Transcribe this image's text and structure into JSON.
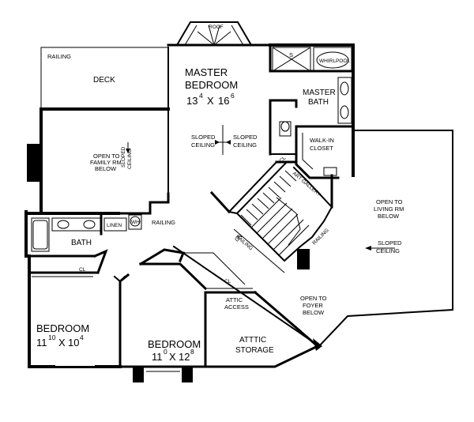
{
  "rooms": {
    "roof": "ROOF",
    "railing_deck": "RAILING",
    "deck": "DECK",
    "master_line1": "MASTER",
    "master_line2": "BEDROOM",
    "master_size_a": "13",
    "master_size_a_sup": "4",
    "master_size_x": "X",
    "master_size_b": "16",
    "master_size_b_sup": "6",
    "shower": "S",
    "whirlpool": "WHIRLPOOL",
    "master_bath_1": "MASTER",
    "master_bath_2": "BATH",
    "walkin_1": "WALK-IN",
    "walkin_2": "CLOSET",
    "open_family_1": "OPEN TO",
    "open_family_2": "FAMILY RM",
    "open_family_3": "BELOW",
    "sloped_v1": "SLOPED",
    "sloped_v2": "CEILING",
    "sloped_l1": "SLOPED",
    "sloped_l2": "CEILING",
    "sloped_r1": "SLOPED",
    "sloped_r2": "CEILING",
    "art_gallery": "ART GALLERY",
    "cl_stair": "CL",
    "open_living_1": "OPEN TO",
    "open_living_2": "LIVING RM",
    "open_living_3": "BELOW",
    "sloped_living_1": "SLOPED",
    "sloped_living_2": "CEILING",
    "linen": "LINEN",
    "wh": "WH",
    "railing_hall": "RAILING",
    "bath": "BATH",
    "dn": "DN",
    "railing_stair1": "RAILING",
    "railing_stair2": "RAILING",
    "cl_bed1": "CL",
    "cl_bed2": "CL",
    "open_foyer_1": "OPEN TO",
    "open_foyer_2": "FOYER",
    "open_foyer_3": "BELOW",
    "attic_access_1": "ATTIC",
    "attic_access_2": "ACCESS",
    "attic_storage_1": "ATTTIC",
    "attic_storage_2": "STORAGE",
    "bed1_name": "BEDROOM",
    "bed1_a": "11",
    "bed1_a_sup": "10",
    "bed1_x": "X",
    "bed1_b": "10",
    "bed1_b_sup": "4",
    "bed2_name": "BEDROOM",
    "bed2_a": "11",
    "bed2_a_sup": "0",
    "bed2_x": "X",
    "bed2_b": "12",
    "bed2_b_sup": "8"
  }
}
